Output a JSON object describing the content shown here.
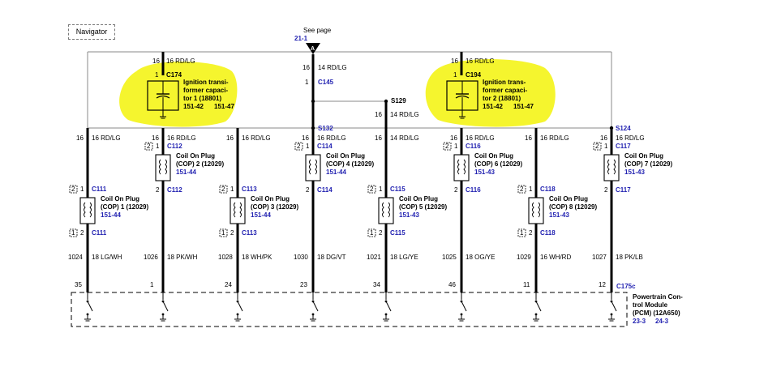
{
  "navigator": {
    "label": "Navigator"
  },
  "page_ref": {
    "label": "See page",
    "page": "21-1",
    "arrow": "A"
  },
  "highlight_color": "#f3f300",
  "capacitors": [
    {
      "gauge": "16",
      "wire": "16 RD/LG",
      "pin": "1",
      "connector": "C174",
      "name_lines": [
        "Ignition transi-",
        "former capaci-",
        "tor 1 (18801)"
      ],
      "ref_a": "151-42",
      "ref_b": "151-47"
    },
    {
      "gauge": "16",
      "wire": "16 RD/LG",
      "pin": "1",
      "connector": "C194",
      "name_lines": [
        "Ignition trans-",
        "former capaci-",
        "tor 2 (18801)"
      ],
      "ref_a": "151-42",
      "ref_b": "151-47"
    }
  ],
  "feed": {
    "gauge": "16",
    "wire": "14 RD/LG",
    "pin": "1",
    "connector": "C145"
  },
  "splices": {
    "s129": "S129",
    "s132": "S132",
    "s124": "S124",
    "s129_gauge": "16",
    "s129_wire": "14 RD/LG"
  },
  "columns": [
    {
      "top_gauge": "16",
      "top_wire": "16 RD/LG",
      "conn": "C111",
      "pin1": "1",
      "pin2": "2",
      "box1": "2",
      "box2": "1",
      "name1": "Coil On Plug",
      "name2": "(COP) 1 (12029)",
      "ref": "151-44",
      "circuit": "1024",
      "wire": "18 LG/WH",
      "pcm_pin": "35"
    },
    {
      "top_gauge": "16",
      "top_wire": "16 RD/LG",
      "conn": "C112",
      "pin1": "1",
      "pin2": "2",
      "box1": "2",
      "box2": "",
      "name1": "Coil On Plug",
      "name2": "(COP) 2 (12029)",
      "ref": "151-44",
      "circuit": "1026",
      "wire": "18 PK/WH",
      "pcm_pin": "1"
    },
    {
      "top_gauge": "16",
      "top_wire": "16 RD/LG",
      "conn": "C113",
      "pin1": "1",
      "pin2": "2",
      "box1": "2",
      "box2": "1",
      "name1": "Coil On Plug",
      "name2": "(COP) 3 (12029)",
      "ref": "151-44",
      "circuit": "1028",
      "wire": "18 WH/PK",
      "pcm_pin": "24"
    },
    {
      "top_gauge": "16",
      "top_wire": "16 RD/LG",
      "conn": "C114",
      "pin1": "1",
      "pin2": "2",
      "box1": "2",
      "box2": "",
      "name1": "Coil On Plug",
      "name2": "(COP) 4 (12029)",
      "ref": "151-44",
      "circuit": "1030",
      "wire": "18 DG/VT",
      "pcm_pin": "23"
    },
    {
      "top_gauge": "16",
      "top_wire": "14 RD/LG",
      "conn": "C115",
      "pin1": "1",
      "pin2": "2",
      "box1": "2",
      "box2": "1",
      "name1": "Coil On Plug",
      "name2": "(COP) 5 (12029)",
      "ref": "151-43",
      "circuit": "1021",
      "wire": "18 LG/YE",
      "pcm_pin": "34"
    },
    {
      "top_gauge": "16",
      "top_wire": "16 RD/LG",
      "conn": "C116",
      "pin1": "1",
      "pin2": "2",
      "box1": "2",
      "box2": "",
      "name1": "Coil On Plug",
      "name2": "(COP) 6 (12029)",
      "ref": "151-43",
      "circuit": "1025",
      "wire": "18 OG/YE",
      "pcm_pin": "46"
    },
    {
      "top_gauge": "16",
      "top_wire": "16 RD/LG",
      "conn": "C118",
      "pin1": "1",
      "pin2": "2",
      "box1": "2",
      "box2": "1",
      "name1": "Coil On Plug",
      "name2": "(COP) 8 (12029)",
      "ref": "151-43",
      "circuit": "1029",
      "wire": "16 WH/RD",
      "pcm_pin": "11"
    },
    {
      "top_gauge": "16",
      "top_wire": "16 RD/LG",
      "conn": "C117",
      "pin1": "1",
      "pin2": "2",
      "box1": "2",
      "box2": "",
      "name1": "Coil On Plug",
      "name2": "(COP) 7 (12029)",
      "ref": "151-43",
      "circuit": "1027",
      "wire": "18 PK/LB",
      "pcm_pin": "12"
    }
  ],
  "pcm": {
    "connector": "C175c",
    "name_lines": [
      "Powertrain Con-",
      "trol Module",
      "(PCM) (12A650)"
    ],
    "ref_a": "23-3",
    "ref_b": "24-3"
  }
}
